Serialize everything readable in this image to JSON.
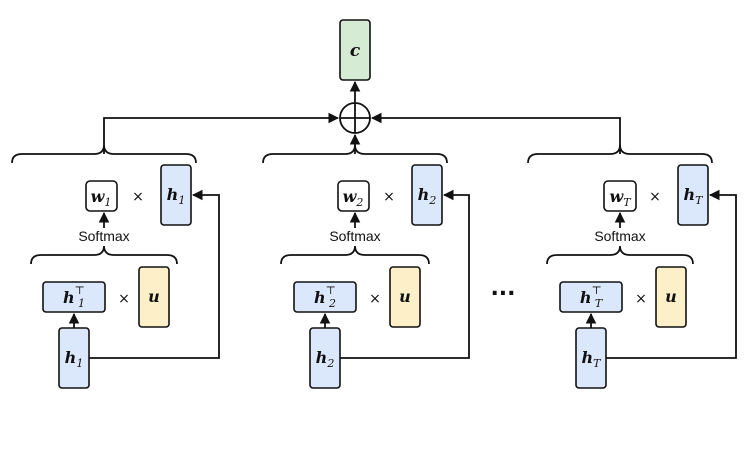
{
  "colors": {
    "blue": "#dbe8fb",
    "yellow": "#fdf0c9",
    "green": "#d6ebd3",
    "white": "#ffffff",
    "stroke": "#111111"
  },
  "output": {
    "var": "c"
  },
  "oplus": "⊕",
  "ellipsis": "...",
  "times": "×",
  "softmax": "Softmax",
  "transpose": "⊤",
  "query": "u",
  "blocks": [
    {
      "hsub": "1",
      "wsub": "1"
    },
    {
      "hsub": "2",
      "wsub": "2"
    },
    {
      "hsub": "T",
      "wsub": "T"
    }
  ]
}
